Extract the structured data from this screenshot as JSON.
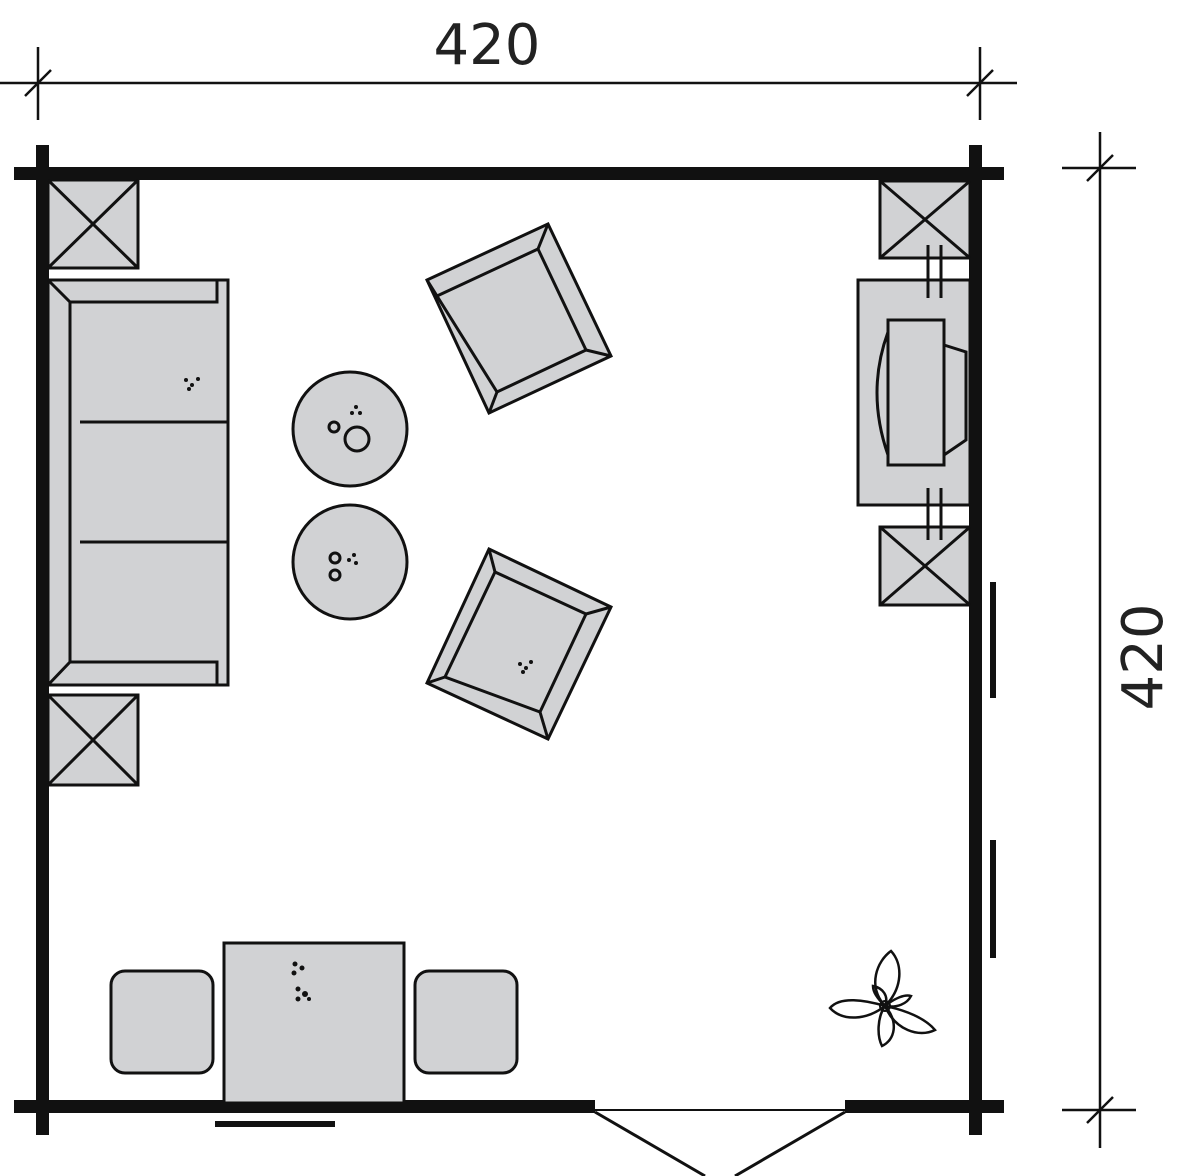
{
  "title": "Floor plan",
  "dimensions": {
    "width_label": "420",
    "depth_label": "420"
  },
  "colors": {
    "furniture_fill": "#d1d2d4",
    "wall": "#111111"
  }
}
